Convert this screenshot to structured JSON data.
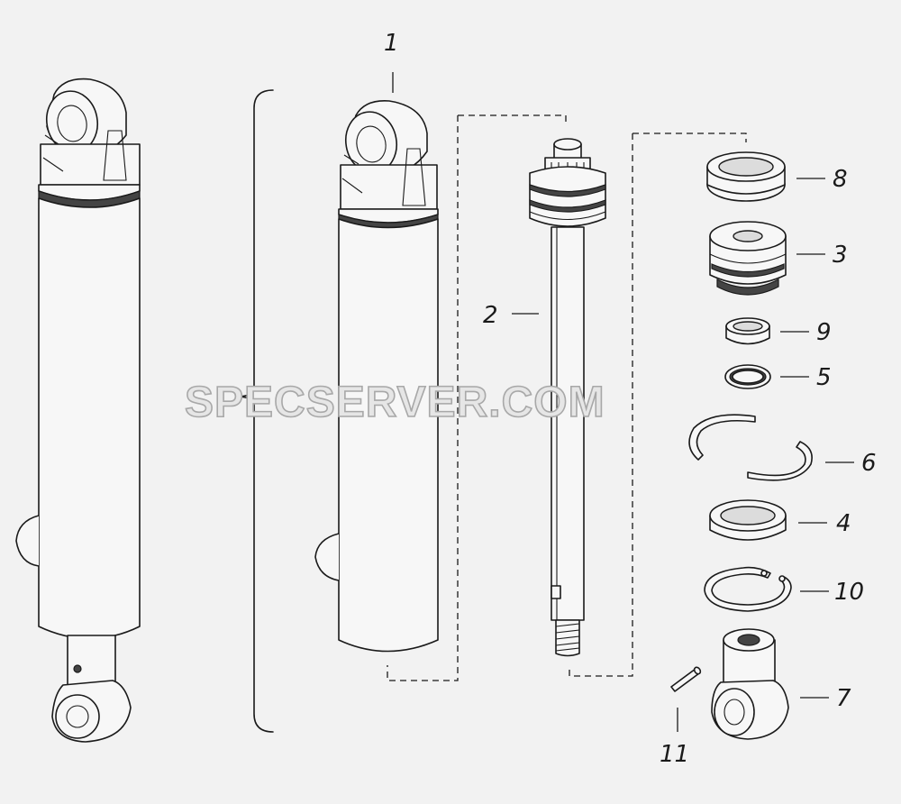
{
  "watermark": "SPECSERVER.COM",
  "callouts": {
    "c1": "1",
    "c2": "2",
    "c3": "3",
    "c4": "4",
    "c5": "5",
    "c6": "6",
    "c7": "7",
    "c8": "8",
    "c9": "9",
    "c10": "10",
    "c11": "11"
  }
}
